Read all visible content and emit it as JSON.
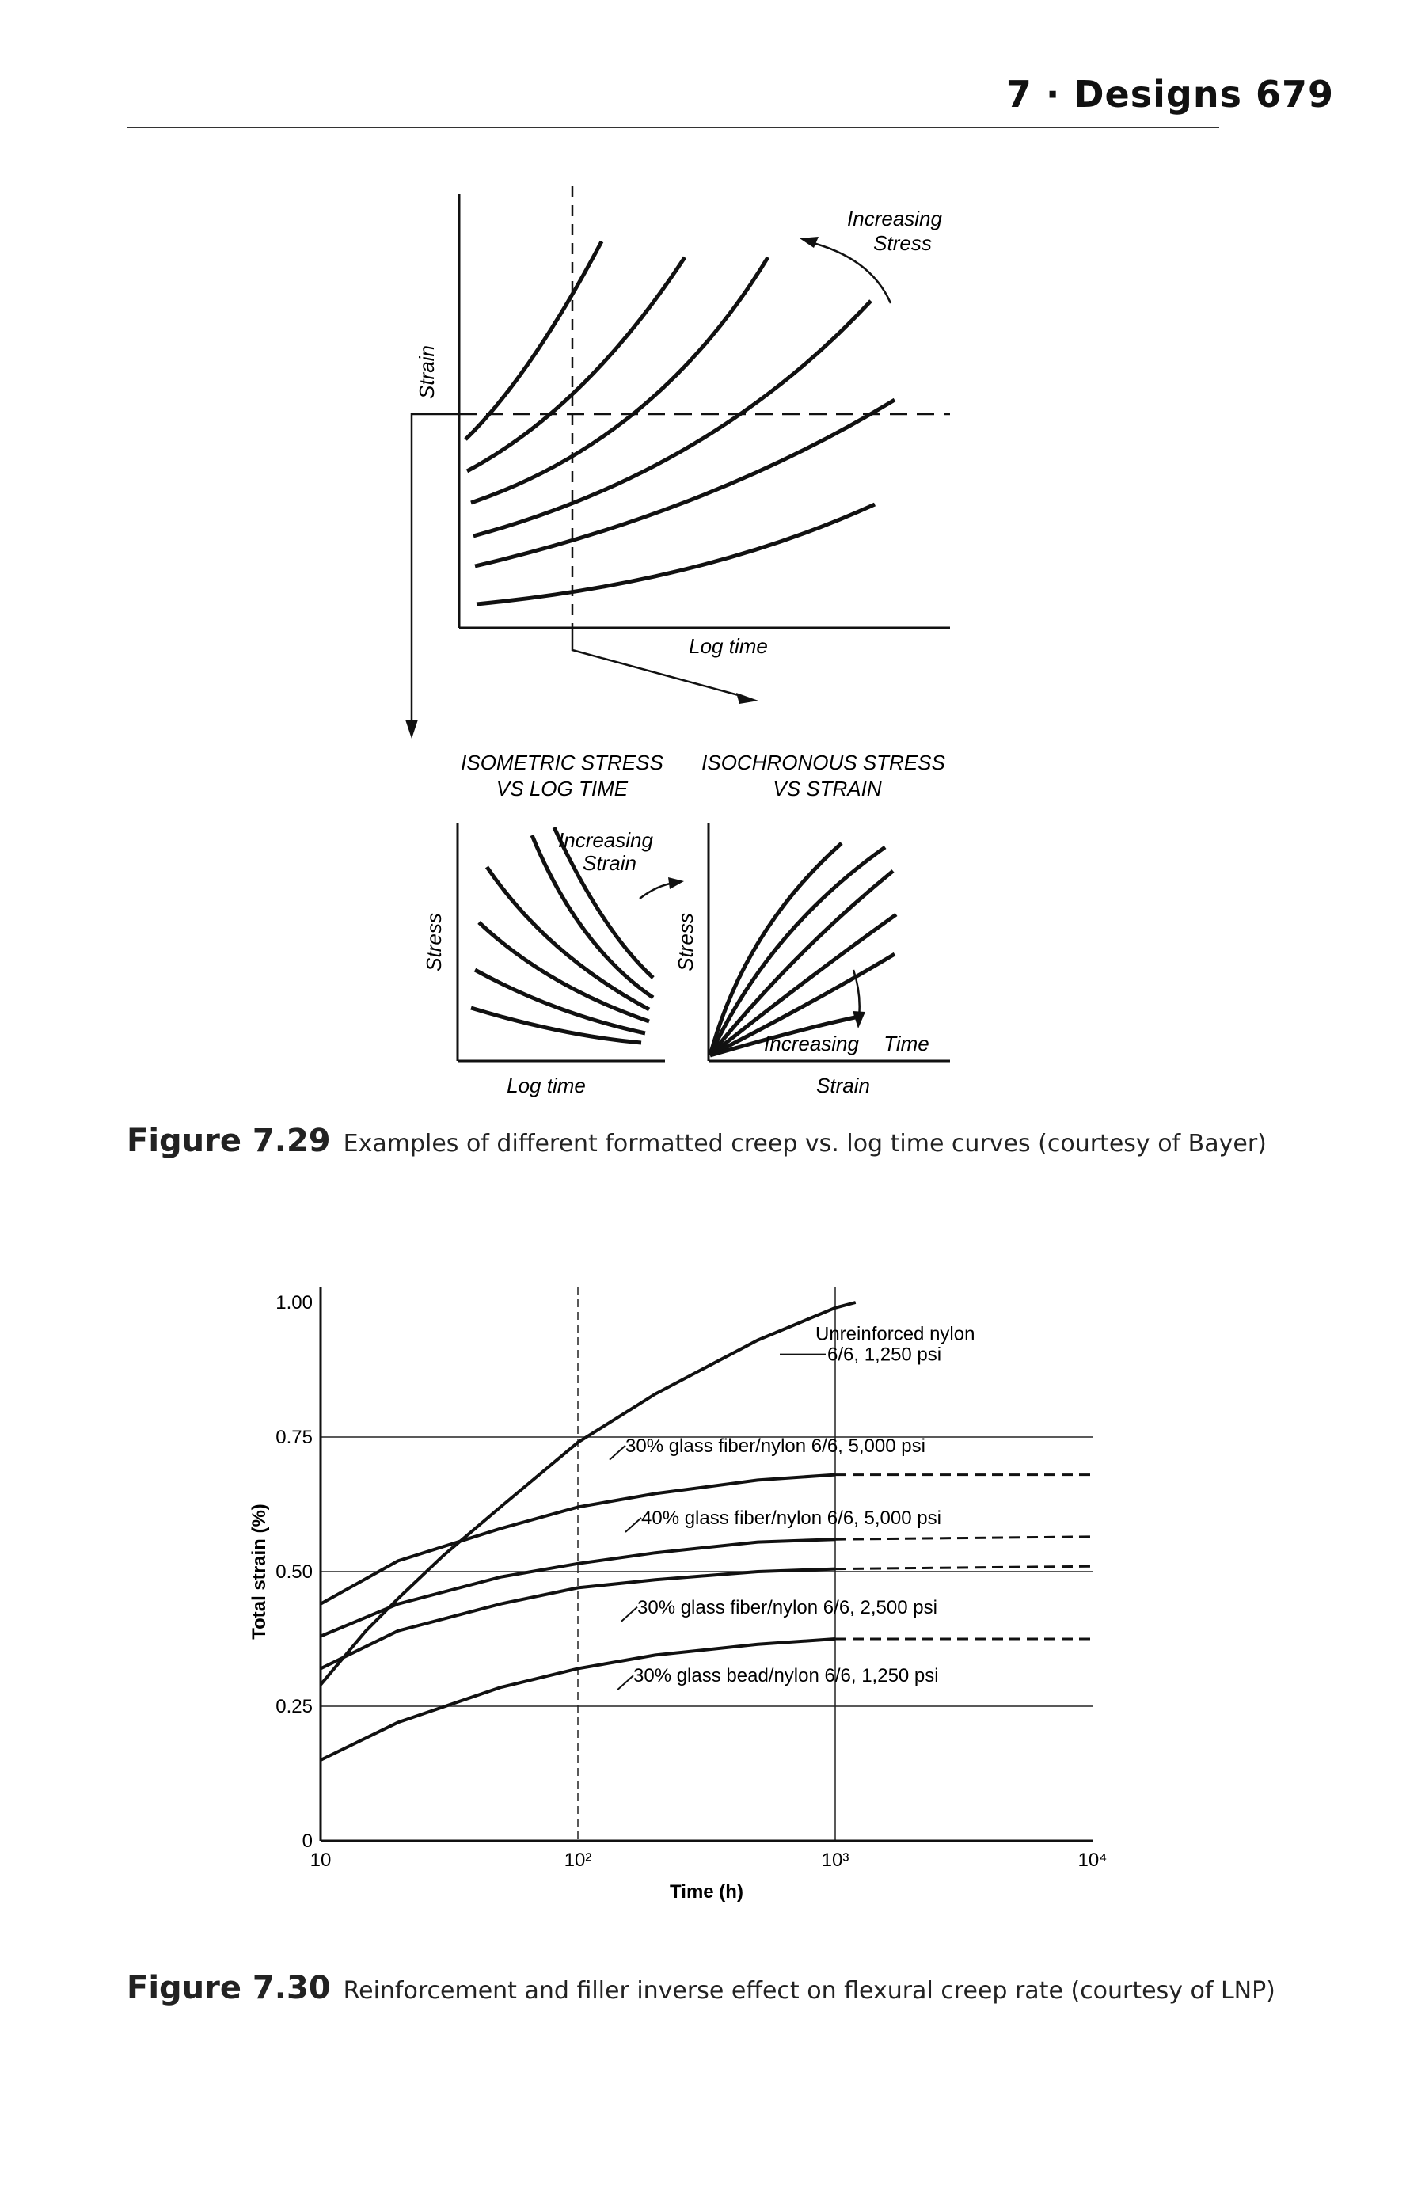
{
  "header": {
    "running_head": "7 · Designs 679"
  },
  "figure_7_29": {
    "top_panel": {
      "ylabel": "Strain",
      "xlabel": "Log time",
      "annotation_line1": "Increasing",
      "annotation_line2": "Stress"
    },
    "left_panel": {
      "title_line1": "ISOMETRIC STRESS",
      "title_line2": "VS LOG TIME",
      "ylabel": "Stress",
      "xlabel": "Log time",
      "annotation_line1": "Increasing",
      "annotation_line2": "Strain"
    },
    "right_panel": {
      "title_line1": "ISOCHRONOUS STRESS",
      "title_line2": "VS STRAIN",
      "ylabel": "Stress",
      "xlabel": "Strain",
      "annotation_line1": "Increasing",
      "annotation_line2": "Time"
    },
    "caption_label": "Figure 7.29",
    "caption_text": "Examples of different formatted creep vs. log time curves (courtesy of Bayer)"
  },
  "figure_7_30": {
    "caption_label": "Figure 7.30",
    "caption_text": "Reinforcement and filler inverse effect on flexural creep rate (courtesy of LNP)"
  },
  "chart_data": {
    "type": "line",
    "title": "",
    "xlabel": "Time (h)",
    "ylabel": "Total strain (%)",
    "x_scale": "log",
    "xlim": [
      10,
      10000
    ],
    "ylim": [
      0,
      1.0
    ],
    "x_ticks": [
      "10",
      "10²",
      "10³",
      "10⁴"
    ],
    "y_ticks": [
      "0",
      "0.25",
      "0.50",
      "0.75",
      "1.00"
    ],
    "grid": true,
    "series": [
      {
        "name": "Unreinforced nylon 6/6, 1,250 psi",
        "label_line1": "Unreinforced nylon",
        "label_line2": "6/6, 1,250 psi",
        "x": [
          10,
          15,
          20,
          30,
          50,
          100,
          200,
          500,
          1000,
          1200
        ],
        "y": [
          0.29,
          0.39,
          0.45,
          0.53,
          0.62,
          0.74,
          0.83,
          0.93,
          0.99,
          1.0
        ]
      },
      {
        "name": "30% glass fiber/nylon 6/6, 5,000 psi",
        "x": [
          10,
          20,
          50,
          100,
          200,
          500,
          1000
        ],
        "y": [
          0.44,
          0.52,
          0.58,
          0.62,
          0.645,
          0.67,
          0.68
        ],
        "extrapolated_to": [
          10000,
          0.68
        ]
      },
      {
        "name": "40% glass fiber/nylon 6/6, 5,000 psi",
        "x": [
          10,
          20,
          50,
          100,
          200,
          500,
          1000
        ],
        "y": [
          0.38,
          0.44,
          0.49,
          0.515,
          0.535,
          0.555,
          0.56
        ],
        "extrapolated_to": [
          10000,
          0.565
        ]
      },
      {
        "name": "30% glass fiber/nylon 6/6, 2,500 psi",
        "x": [
          10,
          20,
          50,
          100,
          200,
          500,
          1000
        ],
        "y": [
          0.32,
          0.39,
          0.44,
          0.47,
          0.485,
          0.5,
          0.505
        ],
        "extrapolated_to": [
          10000,
          0.51
        ]
      },
      {
        "name": "30% glass bead/nylon 6/6, 1,250 psi",
        "x": [
          10,
          20,
          50,
          100,
          200,
          500,
          1000
        ],
        "y": [
          0.15,
          0.22,
          0.285,
          0.32,
          0.345,
          0.365,
          0.375
        ],
        "extrapolated_to": [
          10000,
          0.375
        ]
      }
    ]
  }
}
